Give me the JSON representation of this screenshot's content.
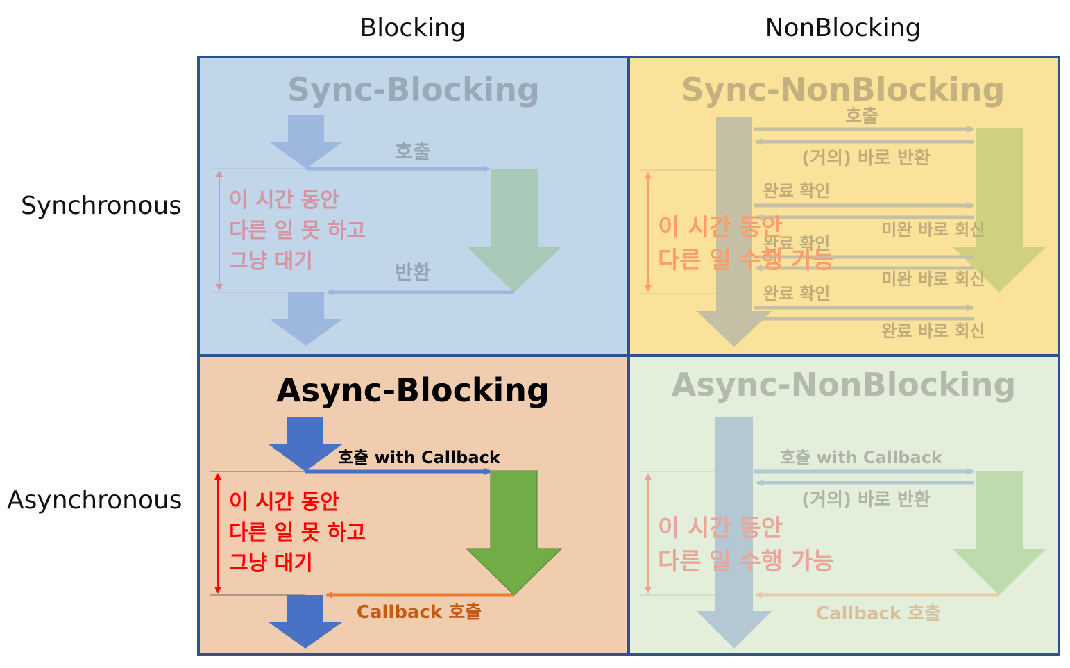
{
  "axes": {
    "columns": [
      "Blocking",
      "NonBlocking"
    ],
    "rows": [
      "Synchronous",
      "Asynchronous"
    ]
  },
  "quadrants": {
    "sync_blocking": {
      "title": "Sync-Blocking",
      "call_label": "호출",
      "return_label": "반환",
      "wait_lines": [
        "이 시간 동안",
        "다른 일 못 하고",
        "그냥 대기"
      ]
    },
    "sync_nonblocking": {
      "title": "Sync-NonBlocking",
      "call_label": "호출",
      "immediate_return_label": "(거의) 바로 반환",
      "check_labels": [
        "완료 확인",
        "완료 확인",
        "완료 확인"
      ],
      "reply_labels": [
        "미완 바로 회신",
        "미완 바로 회신",
        "완료 바로 회신"
      ],
      "work_lines": [
        "이 시간 동안",
        "다른 일 수행 가능"
      ]
    },
    "async_blocking": {
      "title": "Async-Blocking",
      "call_label": "호출 with Callback",
      "callback_label": "Callback 호출",
      "wait_lines": [
        "이 시간 동안",
        "다른 일 못 하고",
        "그냥 대기"
      ]
    },
    "async_nonblocking": {
      "title": "Async-NonBlocking",
      "call_label": "호출 with Callback",
      "immediate_return_label": "(거의) 바로 반환",
      "callback_label": "Callback 호출",
      "work_lines": [
        "이 시간 동안",
        "다른 일 수행 가능"
      ]
    }
  },
  "colors": {
    "sync_blocking_bg": "#c2d6ea",
    "sync_nonblocking_bg": "#fbe29a",
    "async_blocking_bg": "#f1cdb0",
    "async_nonblocking_bg": "#e3eedb",
    "border": "#2f528f",
    "caller_arrow": "#4a72c4",
    "callee_arrow": "#70ad47",
    "callback_arrow": "#ed7d31",
    "wait_text": "#ff0000",
    "dim_opacity": 0.25
  }
}
